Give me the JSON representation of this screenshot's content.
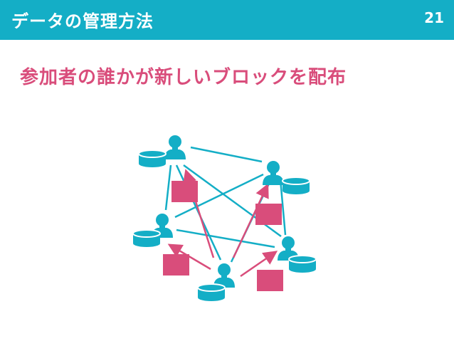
{
  "header": {
    "title": "データの管理方法",
    "page_number": "21",
    "bg_color": "#14aec6"
  },
  "subtitle": "参加者の誰かが新しいブロックを配布",
  "colors": {
    "node": "#14aec6",
    "link": "#14aec6",
    "block": "#d94d7b",
    "arrow": "#d94d7b"
  },
  "diagram": {
    "nodes": [
      {
        "id": "top-left",
        "person_icon": "person-icon",
        "db_icon": "database-icon"
      },
      {
        "id": "right-upper",
        "person_icon": "person-icon",
        "db_icon": "database-icon"
      },
      {
        "id": "left-middle",
        "person_icon": "person-icon",
        "db_icon": "database-icon"
      },
      {
        "id": "right-lower",
        "person_icon": "person-icon",
        "db_icon": "database-icon"
      },
      {
        "id": "bottom",
        "person_icon": "person-icon",
        "db_icon": "database-icon"
      }
    ],
    "broadcast_source": "bottom",
    "new_block_count": 4
  }
}
